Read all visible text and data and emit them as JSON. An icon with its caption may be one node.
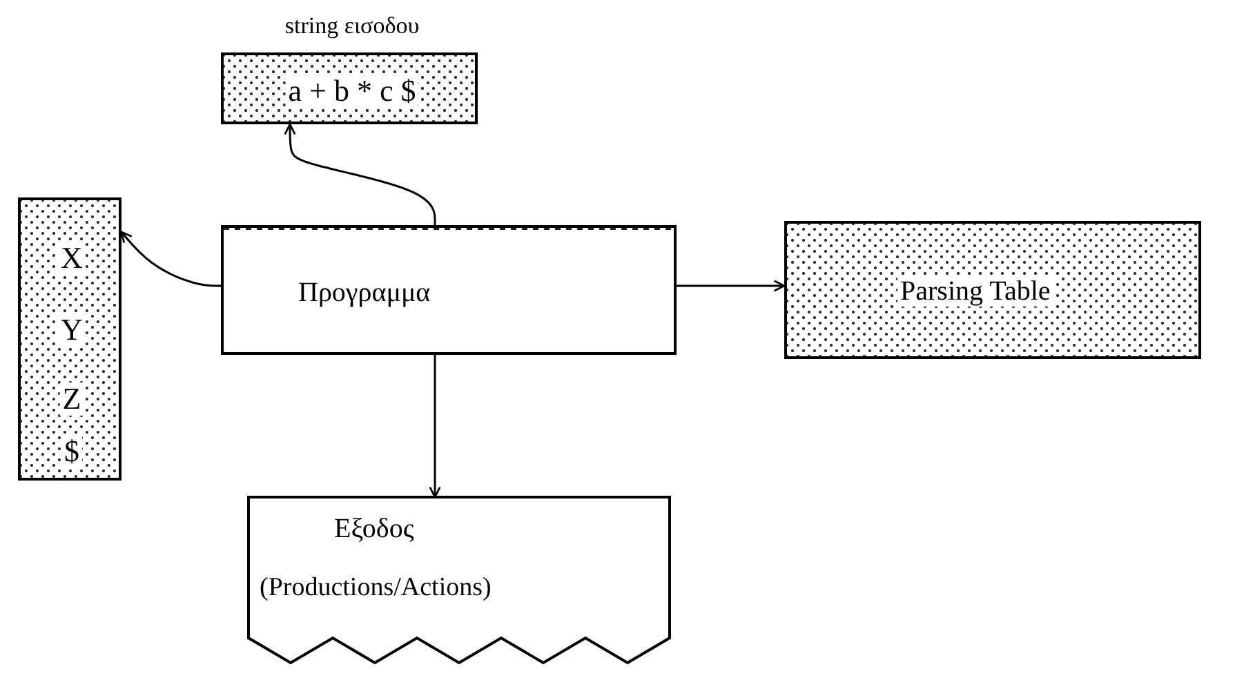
{
  "diagram": {
    "nodes": [
      {
        "text": [
          "string εισοδου",
          "a + b * c $"
        ]
      },
      {
        "text": [
          "X",
          "Y",
          "Z",
          "$"
        ]
      },
      {
        "text": [
          "Προγραμμα"
        ]
      },
      {
        "text": [
          "Parsing Table"
        ]
      },
      {
        "text": [
          "Εξοδος",
          "(Productions/Actions)"
        ]
      }
    ],
    "edges": [
      {
        "from": 2,
        "to": 0,
        "arrow": "to"
      },
      {
        "from": 2,
        "to": 1,
        "arrow": "to"
      },
      {
        "from": 2,
        "to": 3,
        "arrow": "to"
      },
      {
        "from": 2,
        "to": 4,
        "arrow": "to"
      }
    ]
  }
}
